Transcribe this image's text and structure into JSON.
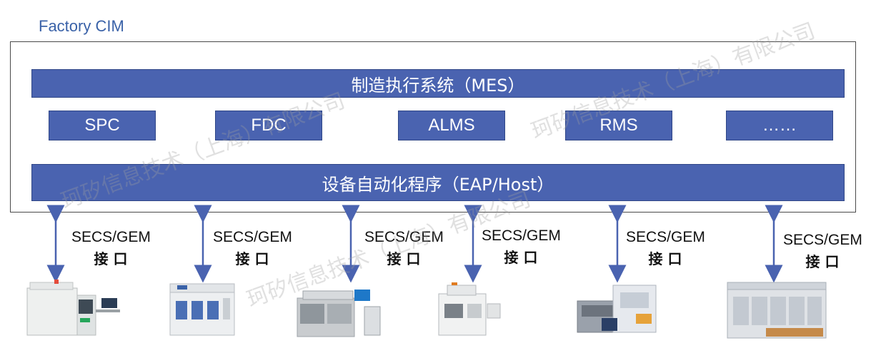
{
  "title": "Factory CIM",
  "mes_label": "制造执行系统（MES）",
  "eap_label": "设备自动化程序（EAP/Host）",
  "modules": [
    "SPC",
    "FDC",
    "ALMS",
    "RMS",
    "……"
  ],
  "protocol": {
    "line1": "SECS/GEM",
    "line2": "接 口"
  },
  "watermark": "珂矽信息技术（上海）有限公司",
  "colors": {
    "bar_fill": "#4a63b0",
    "title_text": "#3a62a8",
    "arrow": "#4a63b0"
  }
}
